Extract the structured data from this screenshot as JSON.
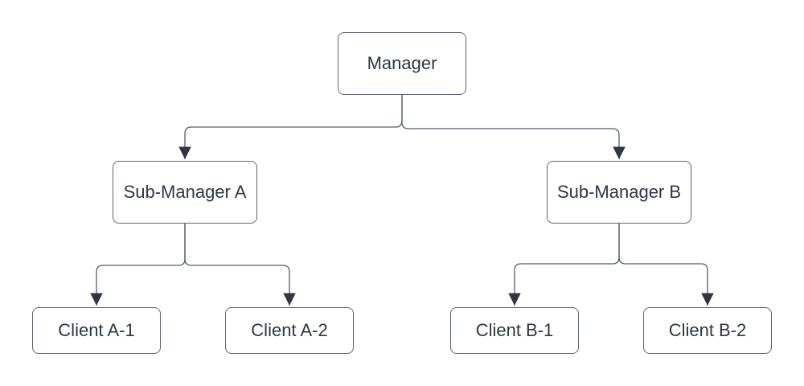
{
  "diagram": {
    "type": "org-chart",
    "nodes": {
      "manager": {
        "label": "Manager"
      },
      "sub_manager_a": {
        "label": "Sub-Manager A"
      },
      "sub_manager_b": {
        "label": "Sub-Manager B"
      },
      "client_a1": {
        "label": "Client A-1"
      },
      "client_a2": {
        "label": "Client A-2"
      },
      "client_b1": {
        "label": "Client B-1"
      },
      "client_b2": {
        "label": "Client B-2"
      }
    },
    "edges": [
      {
        "from": "Manager",
        "to": "Sub-Manager A"
      },
      {
        "from": "Manager",
        "to": "Sub-Manager B"
      },
      {
        "from": "Sub-Manager A",
        "to": "Client A-1"
      },
      {
        "from": "Sub-Manager A",
        "to": "Client A-2"
      },
      {
        "from": "Sub-Manager B",
        "to": "Client B-1"
      },
      {
        "from": "Sub-Manager B",
        "to": "Client B-2"
      }
    ],
    "colors": {
      "background": "#ffffff",
      "node_fill": "#ffffff",
      "node_border": "#5f6672",
      "connector": "#545c6b",
      "arrowhead": "#2f3642",
      "text": "#2f3642"
    }
  }
}
